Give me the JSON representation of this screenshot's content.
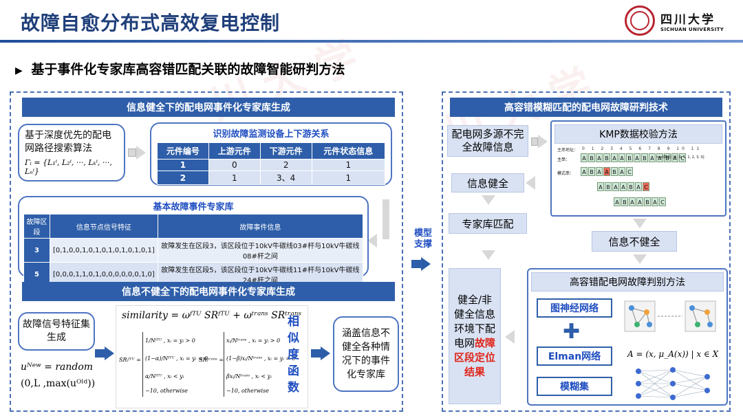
{
  "header": {
    "title": "故障自愈分布式高效复电控制",
    "university_cn": "四川大学",
    "university_en": "SICHUAN UNIVERSITY"
  },
  "subtitle": "基于事件化专家库高容错匹配关联的故障智能研判方法",
  "left": {
    "healthy_bar": "信息健全下的配电网事件化专家库生成",
    "dfs_text": "基于深度优先的配电网路径搜索算法",
    "dfs_formula": "Γᵢ = {L₁ⁱ, L₂ⁱ, ···, Lₖⁱ, ···, Lₙⁱ}",
    "identify_title": "识别故障监测设备上下游关系",
    "relation_table": {
      "headers": [
        "元件编号",
        "上游元件",
        "下游元件",
        "元件状态信息"
      ],
      "rows": [
        [
          "1",
          "0",
          "2",
          "1"
        ],
        [
          "2",
          "1",
          "3、4",
          "1"
        ]
      ]
    },
    "basic_title": "基本故障事件专家库",
    "event_table": {
      "headers": [
        "故障区段",
        "信息节点信号特征",
        "故障事件信息"
      ],
      "rows": [
        [
          "3",
          "[0,1,0,0,1,0,1,0,1,0,1,0,1,0,1]",
          "故障发生在区段3，该区段位于10kV牛碳线03#杆与10kV牛碳线08#杆之间"
        ],
        [
          "5",
          "[0,0,0,1,1,0,1,0,0,0,0,0,0,1,0]",
          "故障发生在区段5，该区段位于10kV牛碳线11#杆与10kV牛碳线24#杆之间"
        ]
      ]
    },
    "unhealthy_bar": "信息不健全下的配电网事件化专家库生成",
    "signal_box": "故障信号特征集生成",
    "u_new": "uᴺᵉʷ = random",
    "u_range": "(0,L ,max(uᴼˡᵈ))",
    "similarity": "similarity = ωᶠᵀᵁ SRᶠᵀᵁ + ωᵗʳᵃⁿˢ SRᵗʳᵃⁿˢ",
    "similarity_label": "相似度函数",
    "piece1": [
      "1/Nᶠᵀᵁ ,  xᵢ = yᵢ > 0",
      "(1−α)/Nᶠᵀᵁ ,  xᵢ = yᵢ = 0",
      "α/Nᶠᵀᵁ ,  xᵢ < yᵢ",
      "−10,  otherwise"
    ],
    "piece2": [
      "xᵢ/Nᵗʳᵃⁿˢ ,  xᵢ = yᵢ > 0",
      "(1−β)xᵢ/Nᵗʳᵃⁿˢ ,  xᵢ = yᵢ = 0",
      "βxᵢ/Nᵗʳᵃⁿˢ ,  xᵢ < yᵢ",
      "−10,  otherwise"
    ],
    "sr_label1": "SRᵢᶠᵀᵁ =",
    "sr_label2": "SRᵢᵗʳᵃⁿˢ =",
    "cover_box": "涵盖信息不健全各种情况下的事件化专家库"
  },
  "middle": {
    "support_label": "模型支撑"
  },
  "right": {
    "bar": "高容错模糊匹配的配电网故障研判技术",
    "multi_source": "配电网多源不完全故障信息",
    "kmp_title": "KMP数据校验方法",
    "info_healthy": "信息健全",
    "expert_match": "专家库匹配",
    "info_unhealthy": "信息不健全",
    "fault_method_title": "高容错配电网故障判别方法",
    "gnn": "图神经网络",
    "elman": "Elman网络",
    "fuzzy": "模糊集",
    "result_prefix": "健全/非健全信息环境下配电网",
    "result_red": "故障区段定位结果",
    "fuzzy_formula": "A = (x, μ_A(x)) | x ∈ X",
    "kmp": {
      "main_label": "主串：",
      "pattern_label": "模式串：",
      "index_label": "主串地址：",
      "next_label": "next数组: [0, 0, 1, 1, 2, 3, 0]",
      "main_string": "ABABAABABAABAC",
      "pattern": "ABAABAC"
    }
  }
}
